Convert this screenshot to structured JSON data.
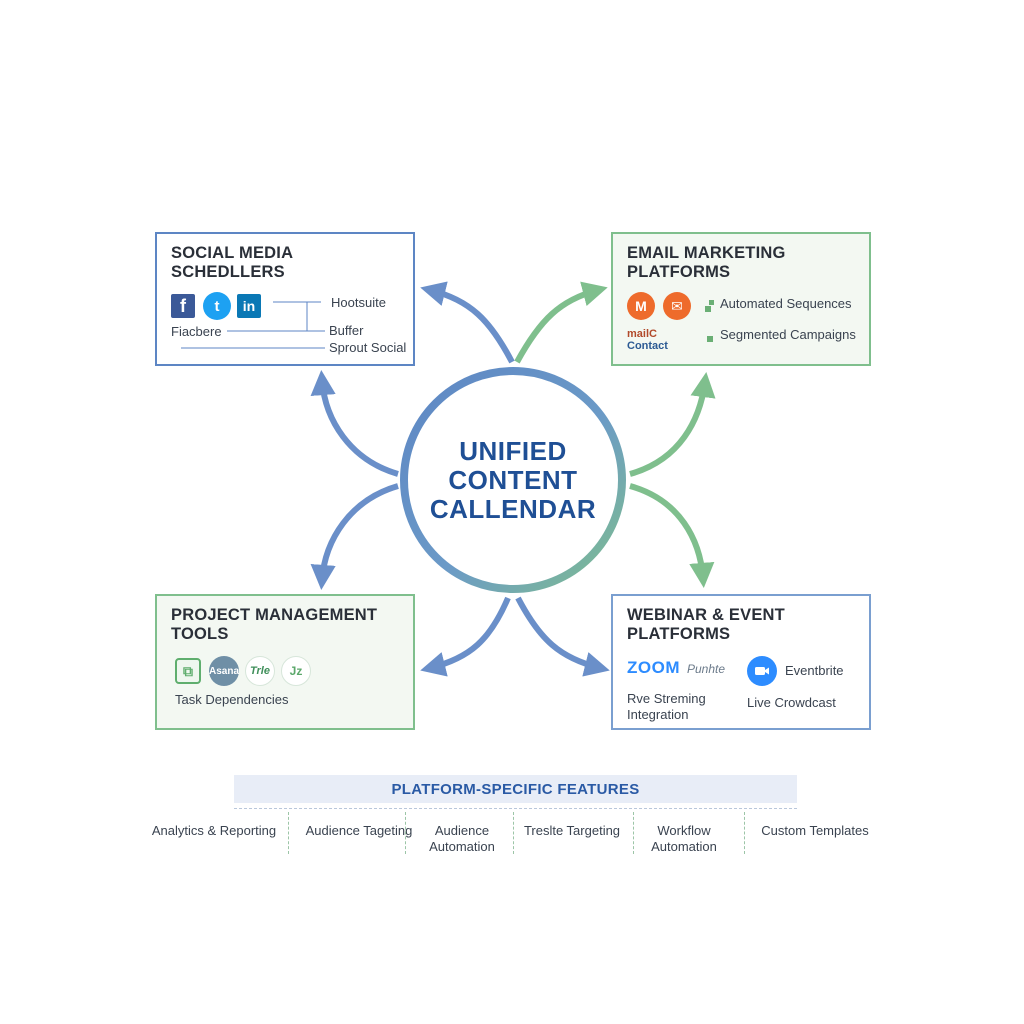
{
  "center": {
    "title_lines": [
      "UNIFIED",
      "CONTENT",
      "CALLENDAR"
    ]
  },
  "social": {
    "title_lines": [
      "SOCIAL MEDIA",
      "SCHEDLLERS"
    ],
    "icons": {
      "facebook": "f",
      "twitter": "t",
      "linkedin": "in"
    },
    "labels": {
      "hootsuite": "Hootsuite",
      "fiacbere": "Fiacbere",
      "buffer": "Buffer",
      "sprout": "Sprout Social"
    }
  },
  "email": {
    "title_lines": [
      "EMAIL MARKETING",
      "PLATFORMS"
    ],
    "icons": {
      "first": "M",
      "second": "✉"
    },
    "labels": {
      "mailchimp": "mailC",
      "contact": "Contact",
      "automated": "Automated Sequences",
      "segmented": "Segmented Campaigns"
    }
  },
  "project": {
    "title_lines": [
      "PROJECT MANAGEMENT",
      "TOOLS"
    ],
    "icons": {
      "first": "⧉",
      "asana": "Asana",
      "trello": "Trle",
      "jira": "Jz"
    },
    "labels": {
      "task": "Task Dependencies"
    }
  },
  "webinar": {
    "title_lines": [
      "WEBINAR & EVENT",
      "PLATFORMS"
    ],
    "labels": {
      "zoom": "ZOOM",
      "zoom_extra": "Punhte",
      "eventbrite": "Eventbrite",
      "streaming_1": "Rve Streming",
      "streaming_2": "Integration",
      "crowdcast": "Live Crowdcast"
    }
  },
  "features": {
    "banner": "PLATFORM-SPECIFIC FEATURES",
    "items": [
      {
        "lines": [
          "Analytics & Reporting"
        ]
      },
      {
        "lines": [
          "Audience Tageting"
        ]
      },
      {
        "lines": [
          "Audience",
          "Automation"
        ]
      },
      {
        "lines": [
          "Treslte Targeting"
        ]
      },
      {
        "lines": [
          "Workflow",
          "Automation"
        ]
      },
      {
        "lines": [
          "Custom Templates"
        ]
      }
    ]
  },
  "colors": {
    "blue": "#5d86c4",
    "green": "#7fbf8d",
    "title_blue": "#1f4f95"
  }
}
